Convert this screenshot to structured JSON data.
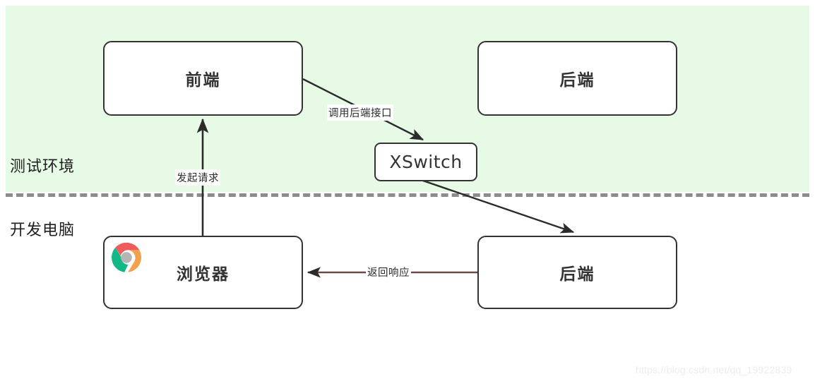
{
  "diagram": {
    "title_watermark": "https://blog.csdn.net/qq_19922839",
    "zones": [
      {
        "id": "test-environment",
        "label": "测试环境",
        "background": "#e6fae6"
      },
      {
        "id": "dev-computer",
        "label": "开发电脑",
        "background": "#ffffff"
      }
    ],
    "divider": {
      "style": "dashed",
      "color": "#8c8c8c"
    },
    "nodes": [
      {
        "id": "frontend",
        "label": "前端",
        "zone": "test-environment"
      },
      {
        "id": "backend-top",
        "label": "后端",
        "zone": "test-environment"
      },
      {
        "id": "xswitch",
        "label": "XSwitch",
        "zone": "test-environment"
      },
      {
        "id": "browser",
        "label": "浏览器",
        "zone": "dev-computer",
        "icon": "chrome-icon"
      },
      {
        "id": "backend-bottom",
        "label": "后端",
        "zone": "dev-computer"
      }
    ],
    "edges": [
      {
        "id": "call-backend-api",
        "from": "frontend",
        "to": "xswitch",
        "label": "调用后端接口"
      },
      {
        "id": "send-request",
        "from": "browser",
        "to": "frontend",
        "label": "发起请求"
      },
      {
        "id": "proxy-to-local",
        "from": "xswitch",
        "to": "backend-bottom",
        "label": ""
      },
      {
        "id": "return-response",
        "from": "backend-bottom",
        "to": "browser",
        "label": "返回响应"
      }
    ],
    "colors": {
      "zone_green": "#e6fae6",
      "stroke": "#333333",
      "divider": "#8c8c8c",
      "chrome_red": "#f05b5b",
      "chrome_green": "#12b886",
      "chrome_yellow": "#f5a04e",
      "chrome_grey": "#b5b5b5"
    }
  }
}
